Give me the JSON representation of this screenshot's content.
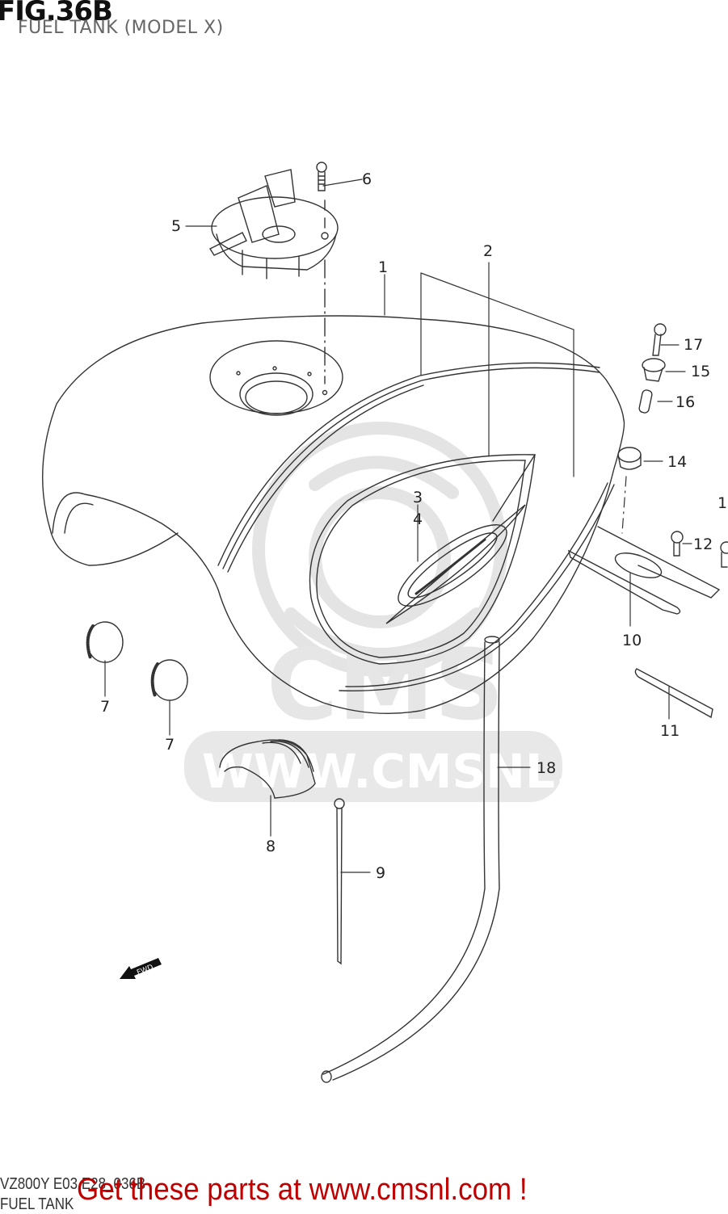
{
  "figure": {
    "number": "FIG.36B",
    "title": "FUEL TANK (MODEL X)"
  },
  "footer": {
    "model_code": "VZ800Y E03 E28_036B",
    "section_name": "FUEL TANK",
    "promo_text": "Get these parts at www.cmsnl.com !",
    "promo_color": "#c00000"
  },
  "watermark": {
    "logo_text": "CMS",
    "url_text": "WWW.CMSNL.COM",
    "color": "#e6e6e6"
  },
  "direction_indicator": {
    "label": "FWD",
    "icon": "arrow-left-down-icon"
  },
  "callouts": [
    {
      "id": "1",
      "label": "1",
      "part": "fuel tank"
    },
    {
      "id": "2",
      "label": "2",
      "part": "side tape / stripe"
    },
    {
      "id": "3",
      "label": "3",
      "part": "emblem"
    },
    {
      "id": "4",
      "label": "4",
      "part": "emblem"
    },
    {
      "id": "5",
      "label": "5",
      "part": "fuel cap assembly with key"
    },
    {
      "id": "6",
      "label": "6",
      "part": "bolt"
    },
    {
      "id": "7a",
      "label": "7",
      "part": "cushion"
    },
    {
      "id": "7b",
      "label": "7",
      "part": "cushion"
    },
    {
      "id": "8",
      "label": "8",
      "part": "cushion (ribbed)"
    },
    {
      "id": "9",
      "label": "9",
      "part": "clamp / band"
    },
    {
      "id": "10",
      "label": "10",
      "part": "bracket"
    },
    {
      "id": "11",
      "label": "11",
      "part": "cushion strip"
    },
    {
      "id": "12",
      "label": "12",
      "part": "bolt"
    },
    {
      "id": "13",
      "label": "1",
      "part": "bolt (label cut off at edge)"
    },
    {
      "id": "14",
      "label": "14",
      "part": "cushion"
    },
    {
      "id": "15",
      "label": "15",
      "part": "cushion"
    },
    {
      "id": "16",
      "label": "16",
      "part": "collar"
    },
    {
      "id": "17",
      "label": "17",
      "part": "bolt"
    },
    {
      "id": "18",
      "label": "18",
      "part": "hose"
    }
  ]
}
